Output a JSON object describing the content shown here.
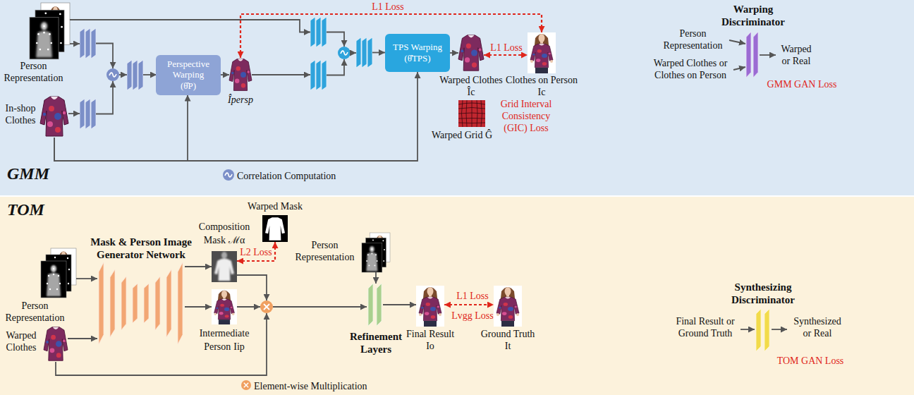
{
  "diagram": {
    "nodes": [
      {
        "text": [
          "GMM"
        ]
      },
      {
        "text": [
          "Person Representation"
        ],
        "in": 0
      },
      {
        "text": [
          "In-shop Clothes"
        ],
        "in": 0
      },
      {
        "text": [
          "Perspective Warping",
          "(θ̂P)"
        ],
        "in": 0
      },
      {
        "text": [
          "Îpersp"
        ],
        "in": 0
      },
      {
        "text": [
          "TPS Warping",
          "(θ̂TPS)"
        ],
        "in": 0
      },
      {
        "text": [
          "Warped Clothes",
          "Îc"
        ],
        "in": 0
      },
      {
        "text": [
          "Clothes on Person",
          "Ic"
        ],
        "in": 0
      },
      {
        "text": [
          "Warped Grid Ĝ"
        ],
        "in": 0
      },
      {
        "text": [
          "Warping Discriminator"
        ],
        "in": 0
      },
      {
        "text": [
          "TOM"
        ]
      },
      {
        "text": [
          "Person Representation"
        ],
        "in": 10
      },
      {
        "text": [
          "Warped Clothes"
        ],
        "in": 10
      },
      {
        "text": [
          "Mask & Person Image Generator Network"
        ],
        "in": 10
      },
      {
        "text": [
          "Composition Mask",
          "ℳα"
        ],
        "in": 10
      },
      {
        "text": [
          "Warped Mask"
        ],
        "in": 10
      },
      {
        "text": [
          "Intermediate Person",
          "Iip"
        ],
        "in": 10
      },
      {
        "text": [
          "Person Representation"
        ],
        "in": 10
      },
      {
        "text": [
          "Refinement Layers"
        ],
        "in": 10
      },
      {
        "text": [
          "Final Result",
          "Io"
        ],
        "in": 10
      },
      {
        "text": [
          "Ground Truth",
          "It"
        ],
        "in": 10
      },
      {
        "text": [
          "Synthesizing Discriminator"
        ],
        "in": 10
      }
    ],
    "edges": [
      {
        "from": 2,
        "to": 3,
        "arrow": "to"
      },
      {
        "from": 2,
        "to": 5,
        "arrow": "to"
      },
      {
        "from": 3,
        "to": 4,
        "arrow": "to"
      },
      {
        "from": 5,
        "to": 6,
        "arrow": "to"
      },
      {
        "from": 4,
        "to": 7,
        "arrow": "both",
        "label": "L1 Loss"
      },
      {
        "from": 6,
        "to": 7,
        "arrow": "both",
        "label": "L1 Loss"
      },
      {
        "from": 11,
        "to": 13,
        "arrow": "to"
      },
      {
        "from": 12,
        "to": 13,
        "arrow": "to"
      },
      {
        "from": 13,
        "to": 14,
        "arrow": "to"
      },
      {
        "from": 13,
        "to": 16,
        "arrow": "to"
      },
      {
        "from": 14,
        "to": 15,
        "arrow": "both",
        "label": "L2 Loss"
      },
      {
        "from": 17,
        "to": 18,
        "arrow": "to"
      },
      {
        "from": 18,
        "to": 19,
        "arrow": "to"
      },
      {
        "from": 19,
        "to": 20,
        "arrow": "both",
        "label": "L1 Loss"
      }
    ],
    "labels": [
      "Grid Interval Consistency (GIC) Loss",
      "Person Representation",
      "Warped Clothes or Clothes on Person",
      "Warped or Real",
      "GMM GAN Loss",
      "Lvgg Loss",
      "Final Result or Ground Truth",
      "Synthesized or Real",
      "TOM GAN Loss"
    ],
    "legend": [
      {
        "text": "Correlation Computation"
      },
      {
        "text": "Element-wise Multiplication"
      }
    ]
  }
}
